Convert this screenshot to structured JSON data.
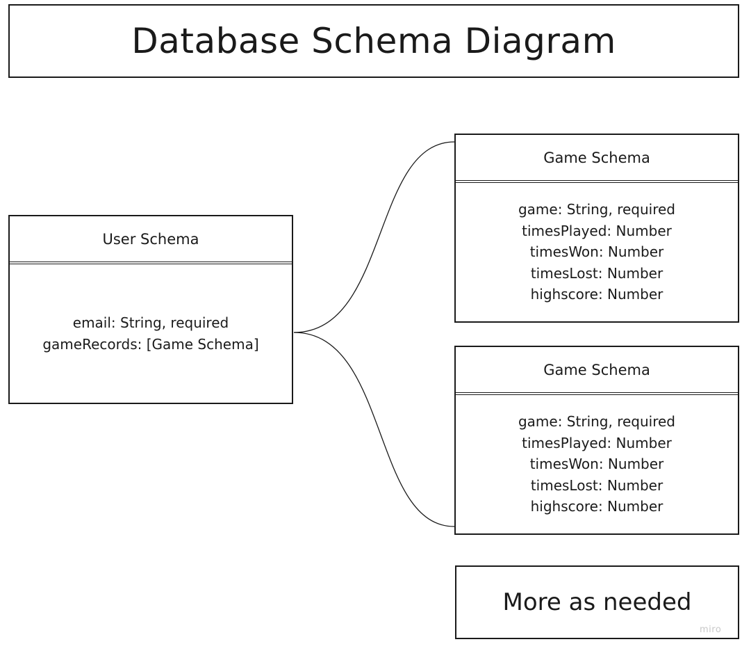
{
  "title": "Database Schema Diagram",
  "user_schema": {
    "name": "User Schema",
    "fields": [
      "email: String, required",
      "gameRecords: [Game Schema]"
    ]
  },
  "game_schemas": [
    {
      "name": "Game Schema",
      "fields": [
        "game: String, required",
        "timesPlayed: Number",
        "timesWon: Number",
        "timesLost: Number",
        "highscore: Number"
      ]
    },
    {
      "name": "Game Schema",
      "fields": [
        "game: String, required",
        "timesPlayed: Number",
        "timesWon: Number",
        "timesLost: Number",
        "highscore: Number"
      ]
    }
  ],
  "more_box": "More as needed",
  "watermark": "miro"
}
